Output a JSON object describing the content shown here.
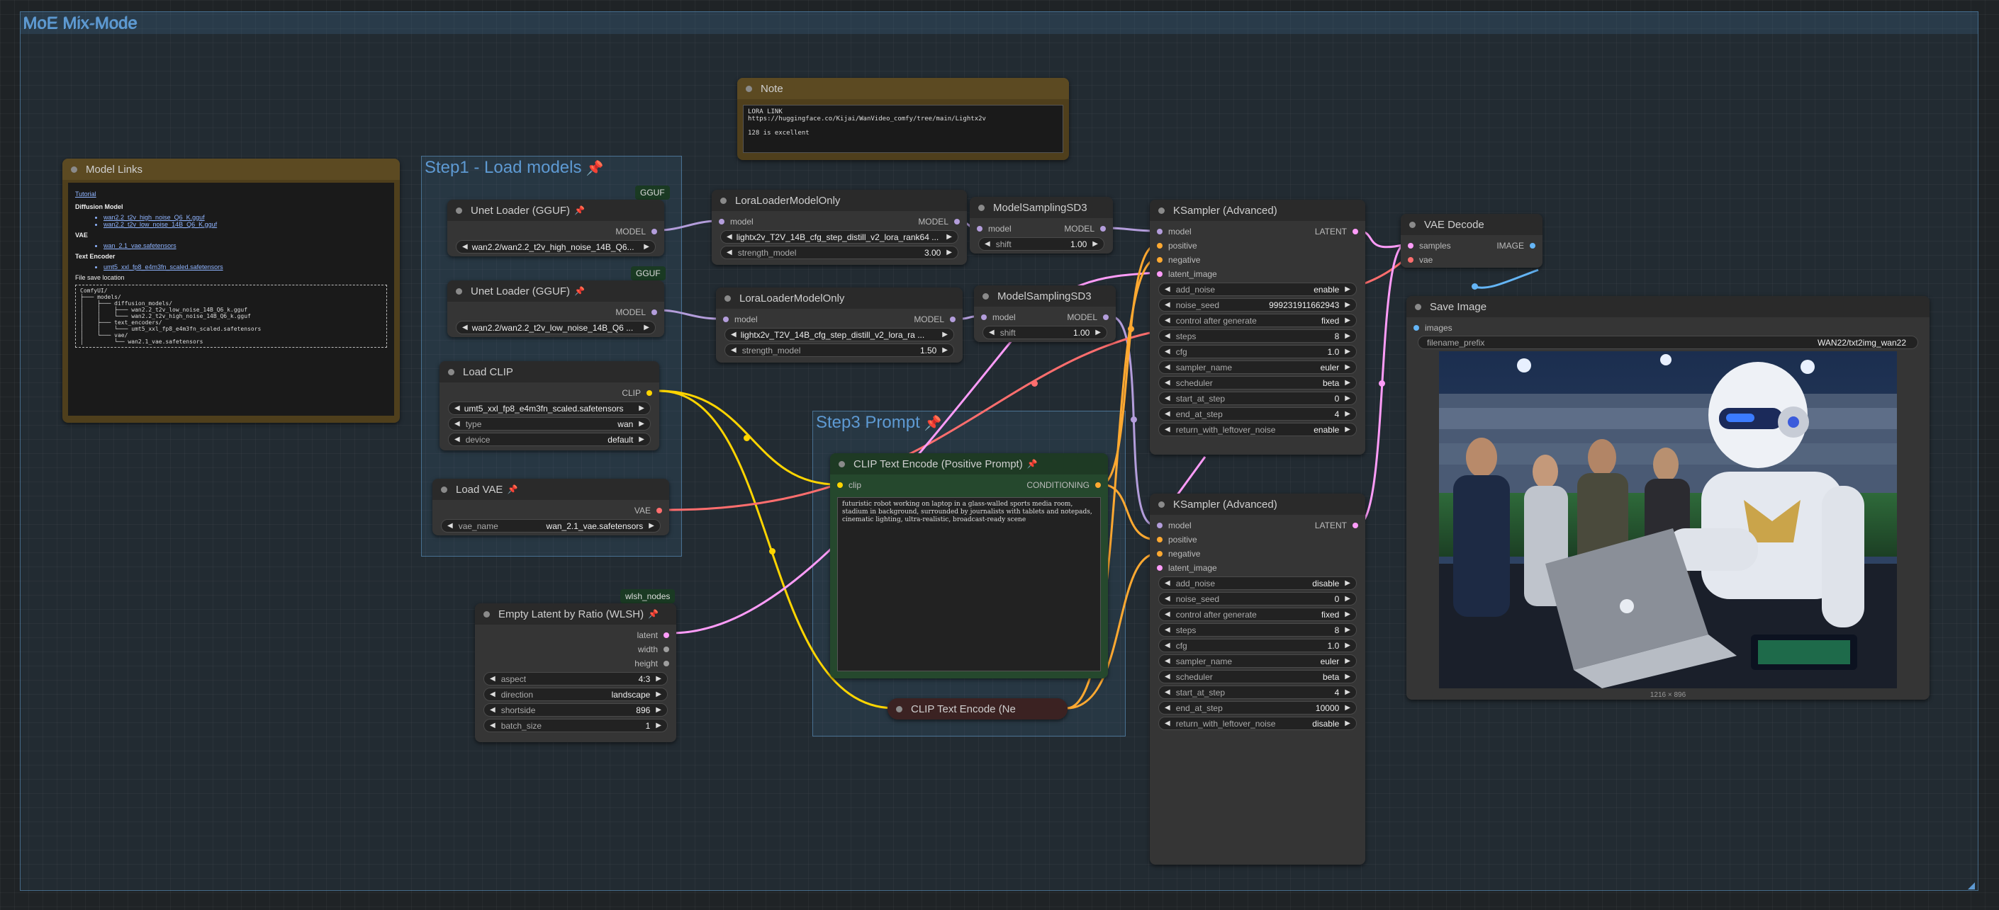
{
  "workflow_title": "MoE Mix-Mode",
  "groups": {
    "step1": "Step1 - Load models",
    "step3": "Step3 Prompt"
  },
  "colors": {
    "model": "#b39ddb",
    "clip": "#ffd500",
    "vae": "#ff6e6e",
    "latent": "#ff9cf9",
    "conditioning": "#ffa931",
    "image": "#64b5f6",
    "group_title": "#5e9ad3",
    "pin": "#dd4444"
  },
  "icons": {
    "pin": "pushpin-icon"
  },
  "badges": {
    "gguf": "GGUF",
    "wlsh": "wlsh_nodes"
  },
  "note": {
    "title": "Note",
    "text": "LORA LINK\nhttps://huggingface.co/Kijai/WanVideo_comfy/tree/main/Lightx2v\n\n128 is excellent"
  },
  "model_links": {
    "title": "Model Links",
    "tutorial": "Tutorial",
    "diffusion_heading": "Diffusion Model",
    "diffusion_links": [
      "wan2.2_t2v_high_noise_Q6_K.gguf",
      "wan2.2_t2v_low_noise_14B_Q6_K.gguf"
    ],
    "vae_heading": "VAE",
    "vae_links": [
      "wan_2.1_vae.safetensors"
    ],
    "text_encoder_heading": "Text Encoder",
    "text_encoder_links": [
      "umt5_xxl_fp8_e4m3fn_scaled.safetensors"
    ],
    "save_location": "File save location",
    "tree": "ComfyUI/\n├─── models/\n│    ├─── diffusion_models/\n│    │    ├─── wan2.2_t2v_low_noise_14B_Q6_k.gguf\n│    │    └─── wan2.2_t2v_high_noise_14B_Q6_k.gguf\n│    ├─── text_encoders/\n│    │    └─── umt5_xxl_fp8_e4m3fn_scaled.safetensors\n│    └─── vae/\n│         └── wan2.1_vae.safetensors"
  },
  "unet1": {
    "title": "Unet Loader (GGUF)",
    "out": "MODEL",
    "unet_name": "wan2.2/wan2.2_t2v_high_noise_14B_Q6..."
  },
  "unet2": {
    "title": "Unet Loader (GGUF)",
    "out": "MODEL",
    "unet_name": "wan2.2/wan2.2_t2v_low_noise_14B_Q6 ..."
  },
  "load_clip": {
    "title": "Load CLIP",
    "out": "CLIP",
    "clip_name": "umt5_xxl_fp8_e4m3fn_scaled.safetensors",
    "type_label": "type",
    "type_value": "wan",
    "device_label": "device",
    "device_value": "default"
  },
  "load_vae": {
    "title": "Load VAE",
    "out": "VAE",
    "vae_label": "vae_name",
    "vae_value": "wan_2.1_vae.safetensors"
  },
  "lora1": {
    "title": "LoraLoaderModelOnly",
    "in": "model",
    "out": "MODEL",
    "lora_name": "lightx2v_T2V_14B_cfg_step_distill_v2_lora_rank64 ...",
    "strength_label": "strength_model",
    "strength_value": "3.00"
  },
  "lora2": {
    "title": "LoraLoaderModelOnly",
    "in": "model",
    "out": "MODEL",
    "lora_name": "lightx2v_T2V_14B_cfg_step_distill_v2_lora_ra ...",
    "strength_label": "strength_model",
    "strength_value": "1.50"
  },
  "msd1": {
    "title": "ModelSamplingSD3",
    "in": "model",
    "out": "MODEL",
    "shift_label": "shift",
    "shift_value": "1.00"
  },
  "msd2": {
    "title": "ModelSamplingSD3",
    "in": "model",
    "out": "MODEL",
    "shift_label": "shift",
    "shift_value": "1.00"
  },
  "empty_latent": {
    "title": "Empty Latent by Ratio (WLSH)",
    "outputs": [
      "latent",
      "width",
      "height"
    ],
    "widgets": [
      {
        "label": "aspect",
        "value": "4:3"
      },
      {
        "label": "direction",
        "value": "landscape"
      },
      {
        "label": "shortside",
        "value": "896"
      },
      {
        "label": "batch_size",
        "value": "1"
      }
    ]
  },
  "clip_pos": {
    "title": "CLIP Text Encode (Positive Prompt)",
    "in": "clip",
    "out": "CONDITIONING",
    "text": "futuristic robot working on laptop in a glass-walled sports media room, stadium in background, surrounded by journalists with tablets and notepads, cinematic lighting, ultra-realistic, broadcast-ready scene"
  },
  "clip_neg": {
    "title": "CLIP Text Encode (Ne"
  },
  "ks1": {
    "title": "KSampler (Advanced)",
    "inputs": [
      "model",
      "positive",
      "negative",
      "latent_image"
    ],
    "out": "LATENT",
    "widgets": [
      {
        "label": "add_noise",
        "value": "enable"
      },
      {
        "label": "noise_seed",
        "value": "999231911662943"
      },
      {
        "label": "control after generate",
        "value": "fixed"
      },
      {
        "label": "steps",
        "value": "8"
      },
      {
        "label": "cfg",
        "value": "1.0"
      },
      {
        "label": "sampler_name",
        "value": "euler"
      },
      {
        "label": "scheduler",
        "value": "beta"
      },
      {
        "label": "start_at_step",
        "value": "0"
      },
      {
        "label": "end_at_step",
        "value": "4"
      },
      {
        "label": "return_with_leftover_noise",
        "value": "enable"
      }
    ]
  },
  "ks2": {
    "title": "KSampler (Advanced)",
    "inputs": [
      "model",
      "positive",
      "negative",
      "latent_image"
    ],
    "out": "LATENT",
    "widgets": [
      {
        "label": "add_noise",
        "value": "disable"
      },
      {
        "label": "noise_seed",
        "value": "0"
      },
      {
        "label": "control after generate",
        "value": "fixed"
      },
      {
        "label": "steps",
        "value": "8"
      },
      {
        "label": "cfg",
        "value": "1.0"
      },
      {
        "label": "sampler_name",
        "value": "euler"
      },
      {
        "label": "scheduler",
        "value": "beta"
      },
      {
        "label": "start_at_step",
        "value": "4"
      },
      {
        "label": "end_at_step",
        "value": "10000"
      },
      {
        "label": "return_with_leftover_noise",
        "value": "disable"
      }
    ]
  },
  "vae_decode": {
    "title": "VAE Decode",
    "inputs": [
      "samples",
      "vae"
    ],
    "out": "IMAGE"
  },
  "save_image": {
    "title": "Save Image",
    "in": "images",
    "prefix_label": "filename_prefix",
    "prefix_value": "WAN22/txt2img_wan22",
    "dims": "1216 × 896"
  }
}
